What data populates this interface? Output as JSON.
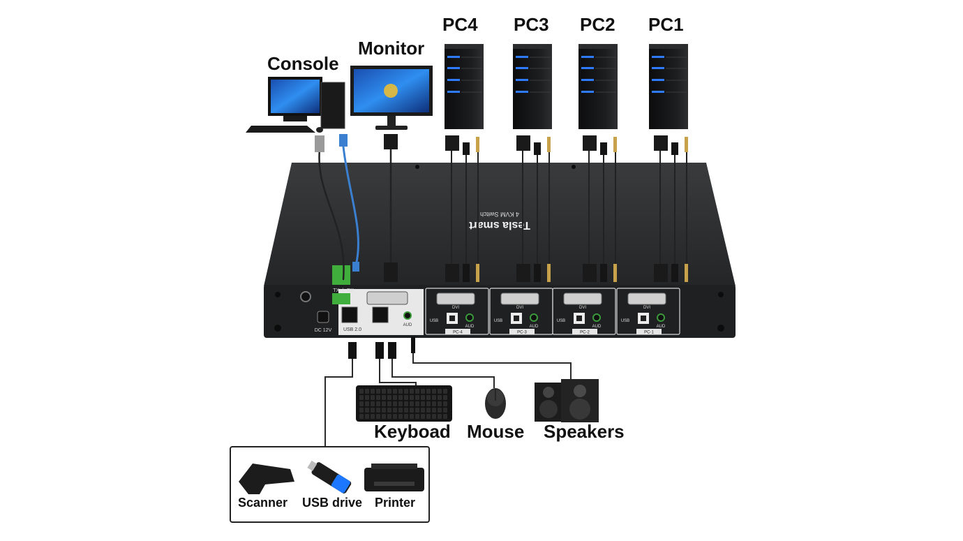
{
  "labels": {
    "console": "Console",
    "monitor": "Monitor",
    "pc4": "PC4",
    "pc3": "PC3",
    "pc2": "PC2",
    "pc1": "PC1",
    "keyboard": "Keyboad",
    "mouse": "Mouse",
    "speakers": "Speakers",
    "scanner": "Scanner",
    "usb_drive": "USB drive",
    "printer": "Printer"
  },
  "device": {
    "brand": "Tesla smart",
    "model": "4 KVM Switch",
    "power_label": "DC 12V",
    "rs232_label": "TX ⏚ RX",
    "usb_label": "USB 2.0",
    "aud_label": "AUD",
    "usb_port_label": "USB",
    "dvi_label": "DVI",
    "pc_port_labels": [
      "PC-4",
      "PC-3",
      "PC-2",
      "PC-1"
    ]
  },
  "colors": {
    "switch_body": "#2a2b2d",
    "switch_front": "#1e1f21",
    "panel_white": "#e9e9e9",
    "server_blue": "#2f7bff",
    "cable": "#222222",
    "serial_cable": "#3a7fd0",
    "terminal_green": "#3fae3c"
  }
}
